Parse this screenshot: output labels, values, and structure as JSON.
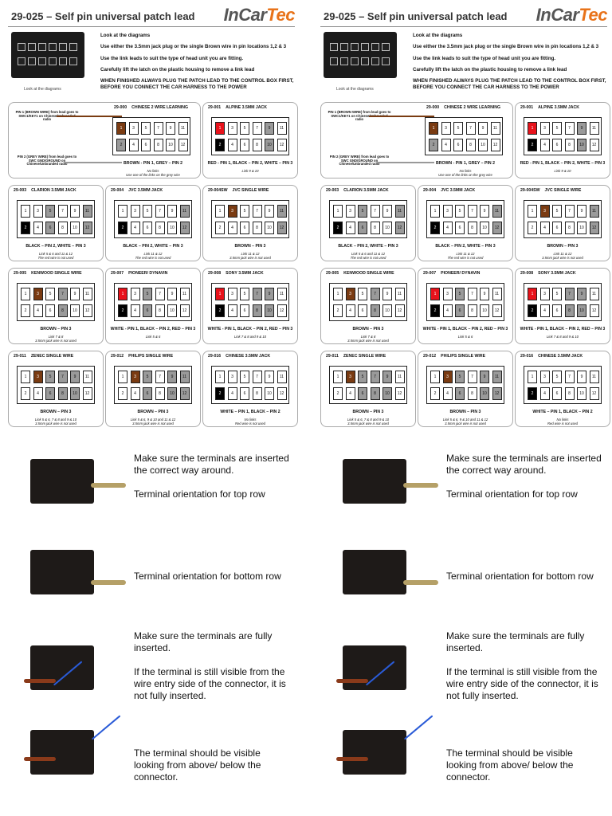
{
  "header": {
    "title": "29-025 – Self pin universal patch lead",
    "logo_left": "InCar",
    "logo_right": "Tec"
  },
  "intro": {
    "caption": "Look at the diagrams",
    "lines": [
      "Look at the diagrams",
      "Use either the 3.5mm jack plug or the single Brown wire in pin locations 1,2 & 3",
      "Use the link leads to suit the type of head unit you are fitting.",
      "Carefully lift the latch on the plastic housing to remove a link lead",
      "WHEN FINISHED ALWAYS PLUG THE PATCH LEAD TO THE CONTROL BOX FIRST, BEFORE YOU CONNECT THE CAR HARNESS TO THE POWER"
    ]
  },
  "diagrams": [
    {
      "code": "29-000",
      "name": "CHINESE 2 WIRE LEARNING",
      "foot": "BROWN - PIN 1, GREY – PIN 2",
      "note": "No links",
      "note2": "Use one of the links on the grey wire",
      "pin1_note": "PIN 1 (BROWN WIRE) from lead goes to SWC1/KEY1 on Chinese/Unbranded radio",
      "pin2_note": "PIN 2 (GREY WIRE) from lead goes to SWC GND/GROUND on Chinese/Unbranded radio",
      "cells": {
        "1": "br",
        "2": "g"
      }
    },
    {
      "code": "29-001",
      "name": "ALPINE 3.5MM JACK",
      "foot": "RED - PIN 1, BLACK – PIN 2, WHITE – PIN 3",
      "note": "Link 9 & 10",
      "cells": {
        "1": "rd",
        "2": "bk",
        "9": "g",
        "10": "g"
      }
    },
    {
      "code": "29-003",
      "name": "CLARION 3.5MM JACK",
      "foot": "BLACK – PIN 2, WHITE – PIN 3",
      "note": "Link 5 & 6 and 11 & 12",
      "note2": "The red wire is not used",
      "cells": {
        "2": "bk",
        "5": "g",
        "6": "g",
        "11": "g",
        "12": "g"
      }
    },
    {
      "code": "29-004",
      "name": "JVC 3.5MM JACK",
      "foot": "BLACK – PIN 2, WHITE – PIN 3",
      "note": "Link 11 & 12",
      "note2": "The red wire is not used",
      "cells": {
        "2": "bk",
        "11": "g",
        "12": "g"
      }
    },
    {
      "code": "29-004SW",
      "name": "JVC SINGLE WIRE",
      "foot": "BROWN – PIN 3",
      "note": "Link 11 & 12",
      "note2": "3.5mm jack wire is not used",
      "cells": {
        "3": "br",
        "11": "g",
        "12": "g"
      }
    },
    {
      "code": "29-005",
      "name": "KENWOOD SINGLE WIRE",
      "foot": "BROWN – PIN 3",
      "note": "Link 7 & 8",
      "note2": "3.5mm jack wire is not used",
      "cells": {
        "3": "br",
        "7": "g",
        "8": "g"
      }
    },
    {
      "code": "29-007",
      "name": "PIONEER/ DYNAVIN",
      "foot": "WHITE - PIN 1, BLACK – PIN 2, RED – PIN 3",
      "note": "Link 5 & 6",
      "cells": {
        "1": "rd",
        "2": "bk",
        "5": "g",
        "6": "g"
      }
    },
    {
      "code": "29-008",
      "name": "SONY 3.5MM JACK",
      "foot": "WHITE - PIN 1, BLACK – PIN 2, RED – PIN 3",
      "note": "Link 7 & 8 and 9 & 10",
      "cells": {
        "1": "rd",
        "2": "bk",
        "7": "g",
        "8": "g",
        "9": "g",
        "10": "g"
      }
    },
    {
      "code": "29-011",
      "name": "ZENEC SINGLE WIRE",
      "foot": "BROWN – PIN 3",
      "note": "Link 5 & 6, 7 & 8 and 9 & 10",
      "note2": "3.5mm jack wire is not used",
      "cells": {
        "3": "br",
        "5": "g",
        "6": "g",
        "7": "g",
        "8": "g",
        "9": "g",
        "10": "g"
      }
    },
    {
      "code": "29-012",
      "name": "PHILIPS SINGLE WIRE",
      "foot": "BROWN – PIN 3",
      "note": "Link 5 & 6, 9 & 10 and 11 & 12",
      "note2": "3.5mm jack wire is not used",
      "cells": {
        "3": "br",
        "5": "g",
        "6": "g",
        "9": "g",
        "10": "g",
        "11": "g",
        "12": "g"
      }
    },
    {
      "code": "29-016",
      "name": "CHINESE 3.5MM JACK",
      "foot": "WHITE – PIN 1, BLACK – PIN 2",
      "note": "No links",
      "note2": "Red wire is not used",
      "cells": {
        "2": "bk"
      }
    }
  ],
  "instructions": [
    {
      "lines": [
        "Make sure the terminals are inserted the correct way around.",
        "Terminal orientation for top row"
      ]
    },
    {
      "lines": [
        "Terminal orientation for bottom row"
      ]
    },
    {
      "lines": [
        "Make sure the terminals are fully inserted.",
        "If the terminal is still visible from the wire entry side of the connector, it is not fully inserted."
      ]
    },
    {
      "lines": [
        "The terminal should be visible looking from above/ below the connector."
      ]
    }
  ]
}
